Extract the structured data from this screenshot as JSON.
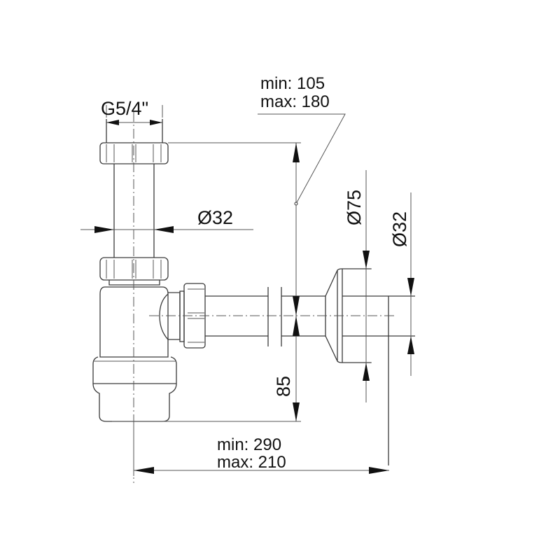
{
  "labels": {
    "thread": "G5/4\"",
    "height_min": "min: 105",
    "height_max": "max: 180",
    "inlet_diameter": "Ø32",
    "flange_diameter": "Ø75",
    "outlet_diameter": "Ø32",
    "outlet_height": "85",
    "length_min": "min:  290",
    "length_max": "max: 210"
  },
  "colors": {
    "line": "#3a3a3a",
    "text": "#111111"
  }
}
